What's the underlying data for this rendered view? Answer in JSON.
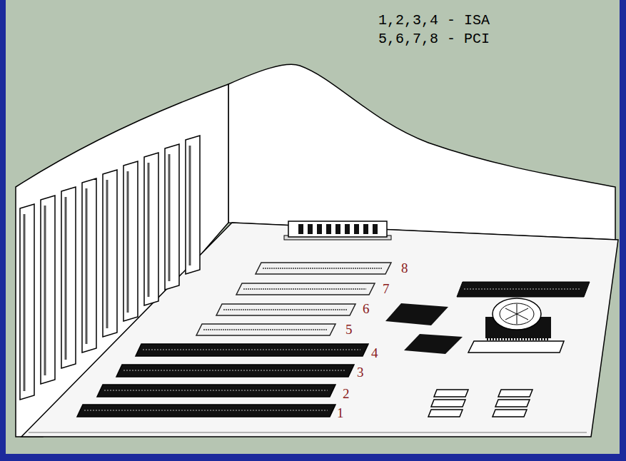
{
  "diagram": {
    "labels": [
      "1,2,3,4 - ISA",
      "5,6,7,8 - PCI",
      "8",
      "7",
      "6",
      "5",
      "4",
      "3",
      "2",
      "1"
    ]
  }
}
